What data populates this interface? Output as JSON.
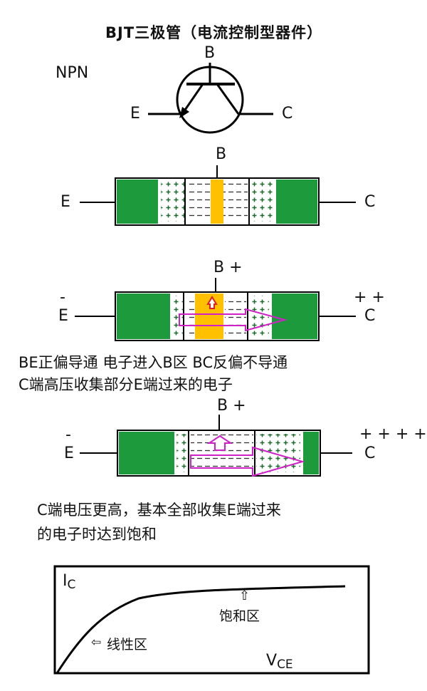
{
  "title": "BJT三极管（电流控制型器件）",
  "symbol": {
    "type": "NPN",
    "base": "B",
    "emitter": "E",
    "collector": "C"
  },
  "structure": {
    "base": "B",
    "emitter": "E",
    "collector": "C"
  },
  "state1": {
    "base": "B +",
    "emitter": "E",
    "emitter_sign": "-",
    "collector": "C",
    "collector_sign": "+ +",
    "caption_line1": "BE正偏导通  电子进入B区  BC反偏不导通",
    "caption_line2": "C端高压收集部分E端过来的电子"
  },
  "state2": {
    "base": "B +",
    "emitter": "E",
    "emitter_sign": "-",
    "collector": "C",
    "collector_sign": "+ + + +",
    "caption_line1": "C端电压更高，基本全部收集E端过来",
    "caption_line2": "的电子时达到饱和"
  },
  "graph": {
    "y_label_main": "I",
    "y_label_sub": "C",
    "x_label_main": "V",
    "x_label_sub": "CE",
    "saturation_label": "饱和区",
    "linear_label": "线性区"
  },
  "colors": {
    "green": "#1d9a3c",
    "orange": "#ffc000",
    "arrow": "#d020c8",
    "red_arrow": "#e02020"
  },
  "icons": {
    "up_arrow": "⇧",
    "left_arrow": "⇦"
  }
}
